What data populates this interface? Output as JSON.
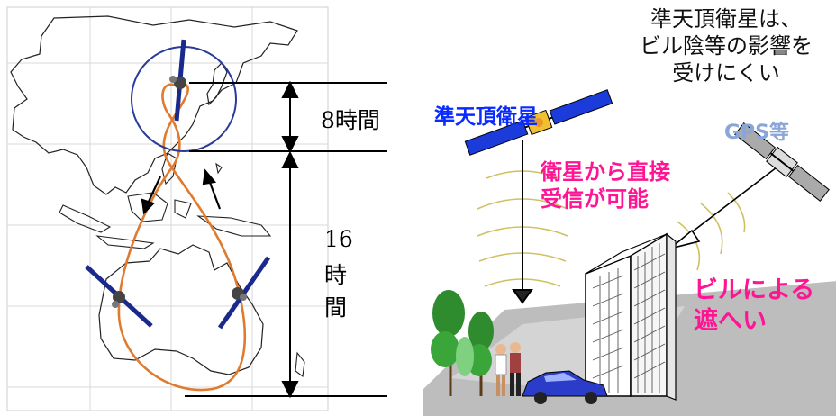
{
  "left_diagram": {
    "duration_top": "8時間",
    "duration_bottom_number": "16",
    "duration_bottom_ji": "時",
    "duration_bottom_kan": "間"
  },
  "right_diagram": {
    "qzss_label": "準天頂衛星",
    "gps_label": "GPS等",
    "note": "準天頂衛星は、\nビル陰等の影響を\n受けにくい",
    "direct_reception": "衛星から直接\n受信が可能",
    "building_blockage": "ビルによる\n遮へい"
  },
  "colors": {
    "orbit": "#e07a2e",
    "circle": "#2a3a9a",
    "pink": "#ff1493",
    "blue": "#0a2bff",
    "gps": "#8aa6d8"
  }
}
